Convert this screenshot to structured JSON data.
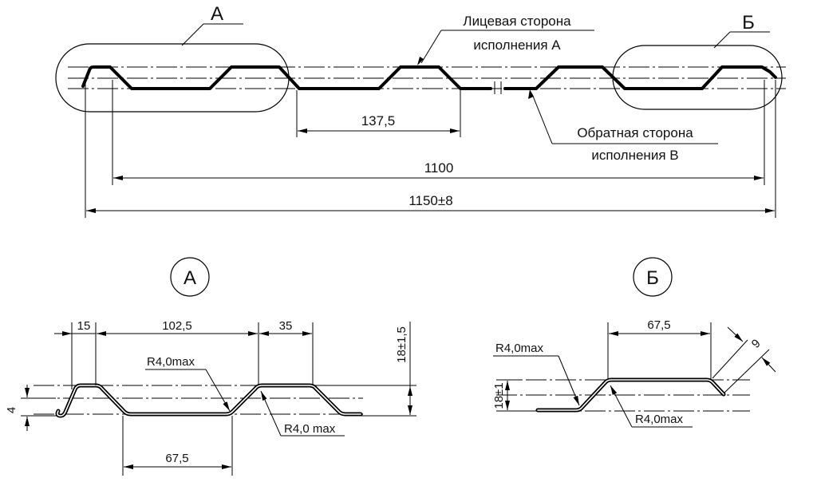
{
  "main_view": {
    "callout_a_letter": "А",
    "callout_b_letter": "Б",
    "face_side_line1": "Лицевая сторона",
    "face_side_line2": "исполнения А",
    "back_side_line1": "Обратная сторона",
    "back_side_line2": "исполнения В",
    "dim_pitch": "137,5",
    "dim_useful_width": "1100",
    "dim_total_width": "1150±8"
  },
  "detail_a": {
    "title": "А",
    "dim_top_left": "15",
    "dim_top_mid": "102,5",
    "dim_top_right": "35",
    "dim_bottom": "67,5",
    "dim_height": "18±1,5",
    "dim_left": "4",
    "radius_upper": "R4,0max",
    "radius_lower": "R4,0 max"
  },
  "detail_b": {
    "title": "Б",
    "dim_top": "67,5",
    "dim_edge": "9",
    "dim_height": "18±1",
    "radius_upper": "R4,0max",
    "radius_lower": "R4,0max"
  }
}
